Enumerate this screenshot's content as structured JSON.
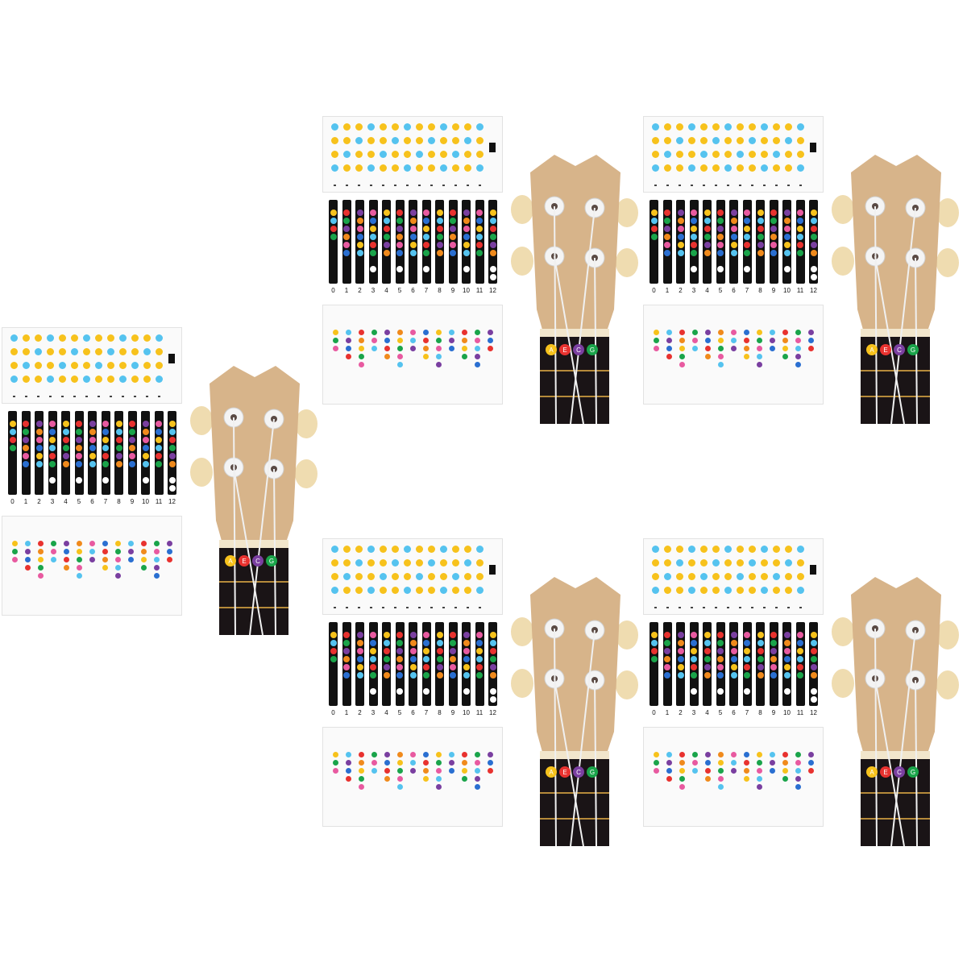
{
  "fret_numbers": [
    "0",
    "1",
    "2",
    "3",
    "4",
    "5",
    "6",
    "7",
    "8",
    "9",
    "10",
    "11",
    "12"
  ],
  "nut_notes": [
    "A",
    "E",
    "C",
    "G"
  ],
  "colors": {
    "wood": "#d7b48a",
    "fretboard": "#1a1416",
    "peg": "#efdcb0",
    "dot_palette": [
      "#f7c21c",
      "#55c3ef",
      "#e8322f",
      "#1aa44a",
      "#7a3fa0",
      "#f08a1c",
      "#e85aa0",
      "#2a6fd1",
      "#ffffff"
    ]
  }
}
